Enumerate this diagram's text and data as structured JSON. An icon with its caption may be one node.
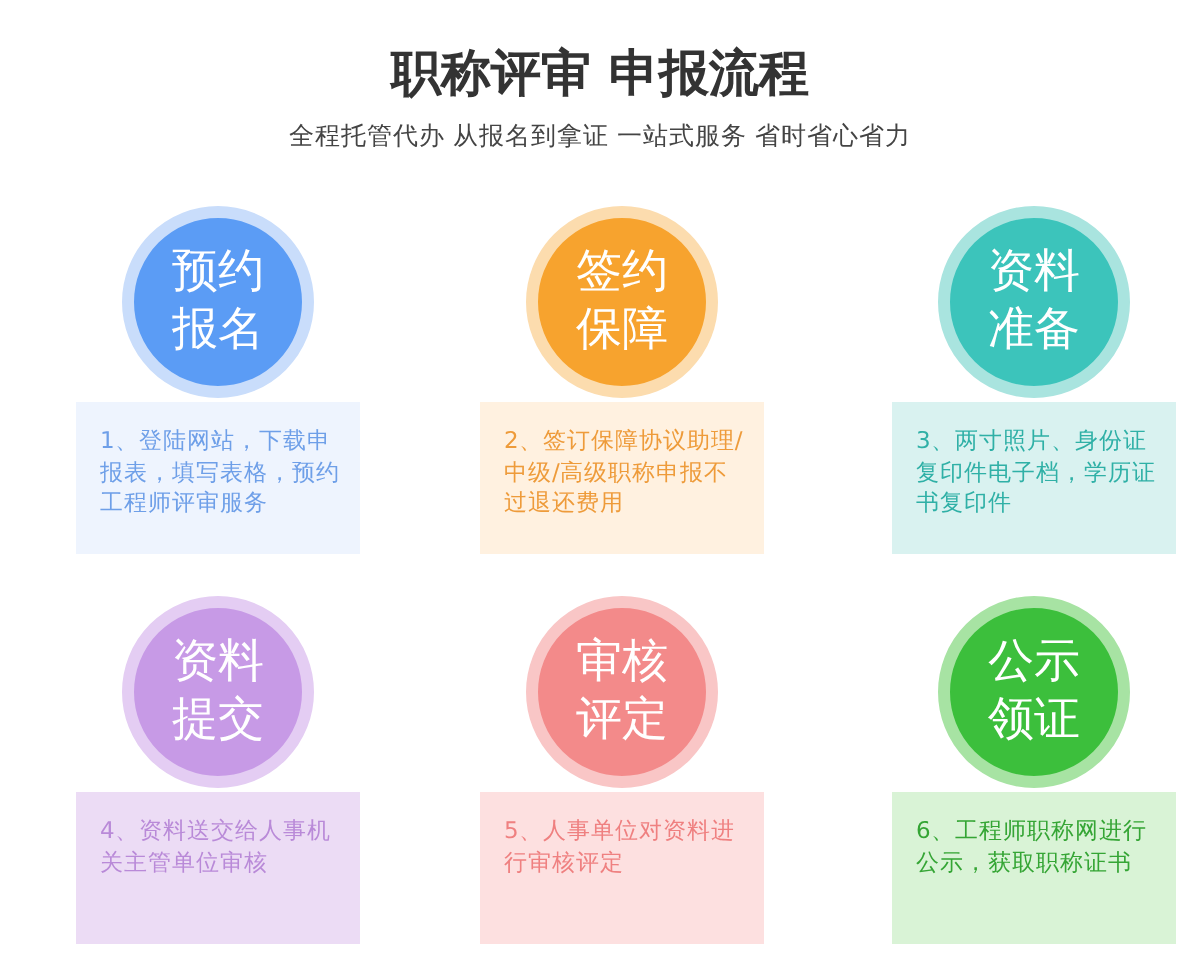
{
  "diagram": {
    "title": "职称评审 申报流程",
    "nodes": [
      {
        "text": [
          "预约报名"
        ]
      },
      {
        "text": [
          "1、登陆网站，下载申报表，填写表格，预约工程师评审服务"
        ]
      },
      {
        "text": [
          "签约保障"
        ]
      },
      {
        "text": [
          "2、签订保障协议助理/中级/高级职称申报不过退还费用"
        ]
      },
      {
        "text": [
          "资料准备"
        ]
      },
      {
        "text": [
          "3、两寸照片、身份证复印件电子档，学历证书复印件"
        ]
      },
      {
        "text": [
          "资料提交"
        ]
      },
      {
        "text": [
          "4、资料送交给人事机关主管单位审核"
        ]
      },
      {
        "text": [
          "审核评定"
        ]
      },
      {
        "text": [
          "5、人事单位对资料进行审核评定"
        ]
      },
      {
        "text": [
          "公示领证"
        ]
      },
      {
        "text": [
          "6、工程师职称网进行公示，获取职称证书"
        ]
      }
    ],
    "labels": [
      "全程托管代办 从报名到拿证 一站式服务 省时省心省力"
    ]
  }
}
